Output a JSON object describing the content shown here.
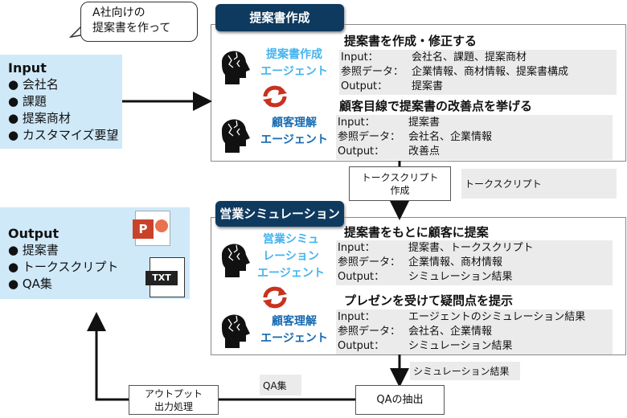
{
  "bubble": {
    "line1": "A社向けの",
    "line2": "提案書を作って"
  },
  "input": {
    "title": "Input",
    "items": [
      "会社名",
      "課題",
      "提案商材",
      "カスタマイズ要望"
    ]
  },
  "output": {
    "title": "Output",
    "items": [
      "提案書",
      "トークスクリプト",
      "QA集"
    ],
    "ppt_icon": "P",
    "txt_icon": "TXT"
  },
  "section1": {
    "title": "提案書作成",
    "agent1": [
      "提案書作成",
      "エージェント"
    ],
    "agent2": [
      "顧客理解",
      "エージェント"
    ],
    "task1": {
      "heading": "提案書を作成・修正する",
      "rows": [
        [
          "Input：",
          "会社名、課題、提案商材"
        ],
        [
          "参照データ：",
          "企業情報、商材情報、提案書構成"
        ],
        [
          "Output：",
          "提案書"
        ]
      ]
    },
    "task2": {
      "heading": "顧客目線で提案書の改善点を挙げる",
      "rows": [
        [
          "Input：",
          "提案書"
        ],
        [
          "参照データ：",
          "会社名、企業情報"
        ],
        [
          "Output：",
          "改善点"
        ]
      ]
    }
  },
  "script_box": {
    "line1": "トークスクリプト",
    "line2": "作成"
  },
  "script_label": "トークスクリプト",
  "section2": {
    "title": "営業シミュレーション",
    "agent1": [
      "営業シミュ",
      "レーション",
      "エージェント"
    ],
    "agent2": [
      "顧客理解",
      "エージェント"
    ],
    "task1": {
      "heading": "提案書をもとに顧客に提案",
      "rows": [
        [
          "Input：",
          "提案書、トークスクリプト"
        ],
        [
          "参照データ：",
          "企業情報、商材情報"
        ],
        [
          "Output：",
          "シミュレーション結果"
        ]
      ]
    },
    "task2": {
      "heading": "プレゼンを受けて疑問点を提示",
      "rows": [
        [
          "Input：",
          "エージェントのシミュレーション結果"
        ],
        [
          "参照データ：",
          "会社名、企業情報"
        ],
        [
          "Output：",
          "シミュレーション結果"
        ]
      ]
    }
  },
  "sim_label": "シミュレーション結果",
  "qa_extract": "QAの抽出",
  "qa_label": "QA集",
  "output_proc": {
    "line1": "アウトプット",
    "line2": "出力処理"
  },
  "colors": {
    "navy": "#0f3a5f",
    "light_blue": "#cfe9f9",
    "agent_light": "#45b4ee",
    "agent_dark": "#1669b0",
    "sync": "#c8321e"
  }
}
